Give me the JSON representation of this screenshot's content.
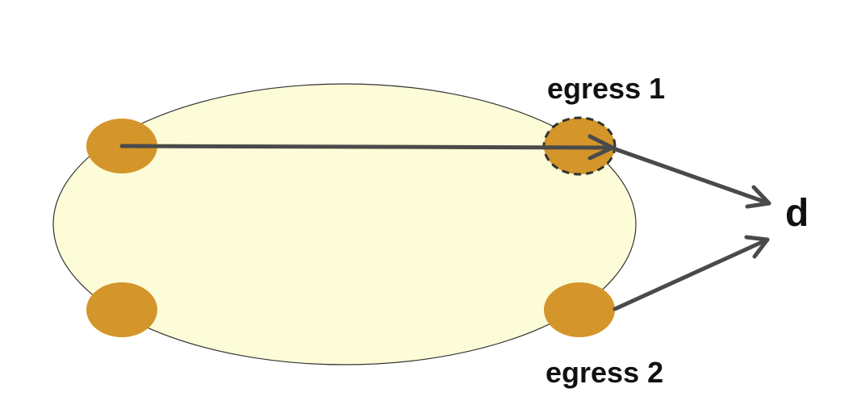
{
  "labels": {
    "egress_1": "egress 1",
    "egress_2": "egress 2",
    "destination": "d"
  },
  "colors": {
    "network_fill": "#fdfcd8",
    "network_stroke": "#333333",
    "router_fill": "#d4962a",
    "arrow": "#4a4a4a",
    "text": "#111111"
  },
  "nodes": [
    {
      "id": "router-top-left",
      "role": "ingress"
    },
    {
      "id": "router-bottom-left",
      "role": "router"
    },
    {
      "id": "router-egress-1",
      "role": "egress",
      "selected": true
    },
    {
      "id": "router-egress-2",
      "role": "egress",
      "selected": false
    }
  ],
  "edges": [
    {
      "from": "router-top-left",
      "to": "router-egress-1"
    },
    {
      "from": "router-egress-1",
      "to": "destination"
    },
    {
      "from": "router-egress-2",
      "to": "destination"
    }
  ]
}
